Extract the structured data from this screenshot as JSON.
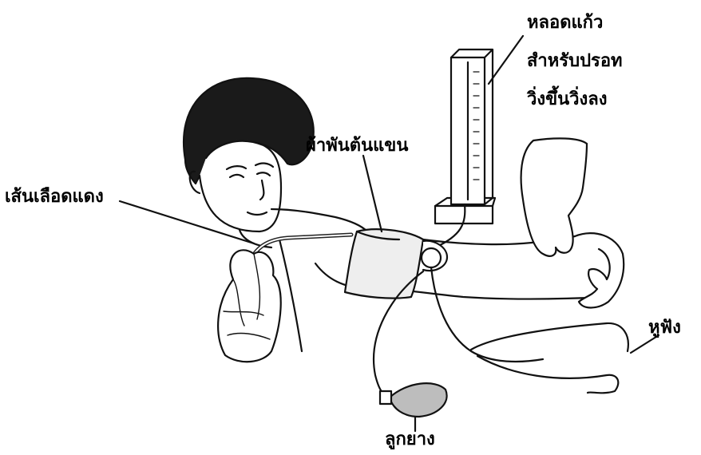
{
  "labels": {
    "glass_tube": [
      "หลอดแก้ว",
      "สำหรับปรอท",
      "วิ่งขึ้นวิ่งลง"
    ],
    "cuff": "ผ้าพันต้นแขน",
    "artery": "เส้นเลือดแดง",
    "earpiece": "หูฟัง",
    "bulb": "ลูกยาง"
  }
}
